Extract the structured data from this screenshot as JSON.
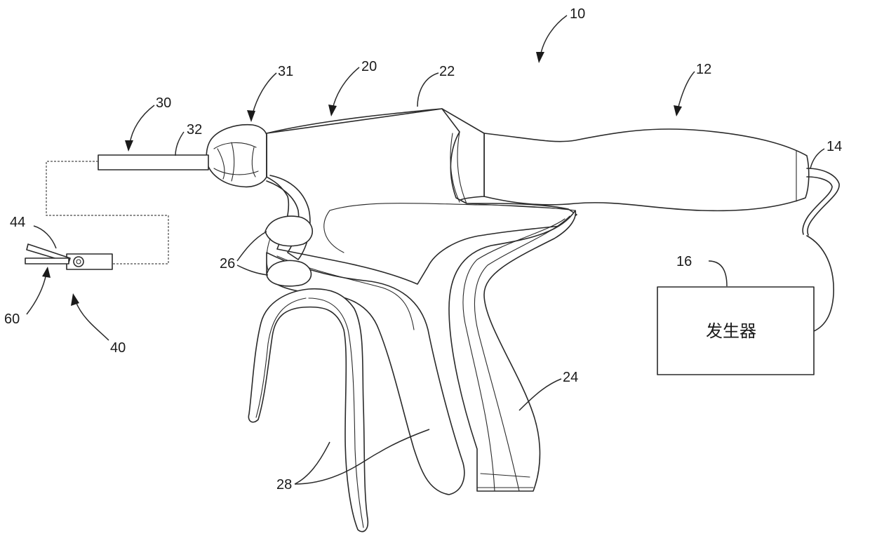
{
  "labels": {
    "r10": "10",
    "r12": "12",
    "r14": "14",
    "r16": "16",
    "r20": "20",
    "r22": "22",
    "r24": "24",
    "r26": "26",
    "r28": "28",
    "r30": "30",
    "r31": "31",
    "r32": "32",
    "r40": "40",
    "r44": "44",
    "r60": "60"
  },
  "generator_box": {
    "label": "发生器"
  }
}
